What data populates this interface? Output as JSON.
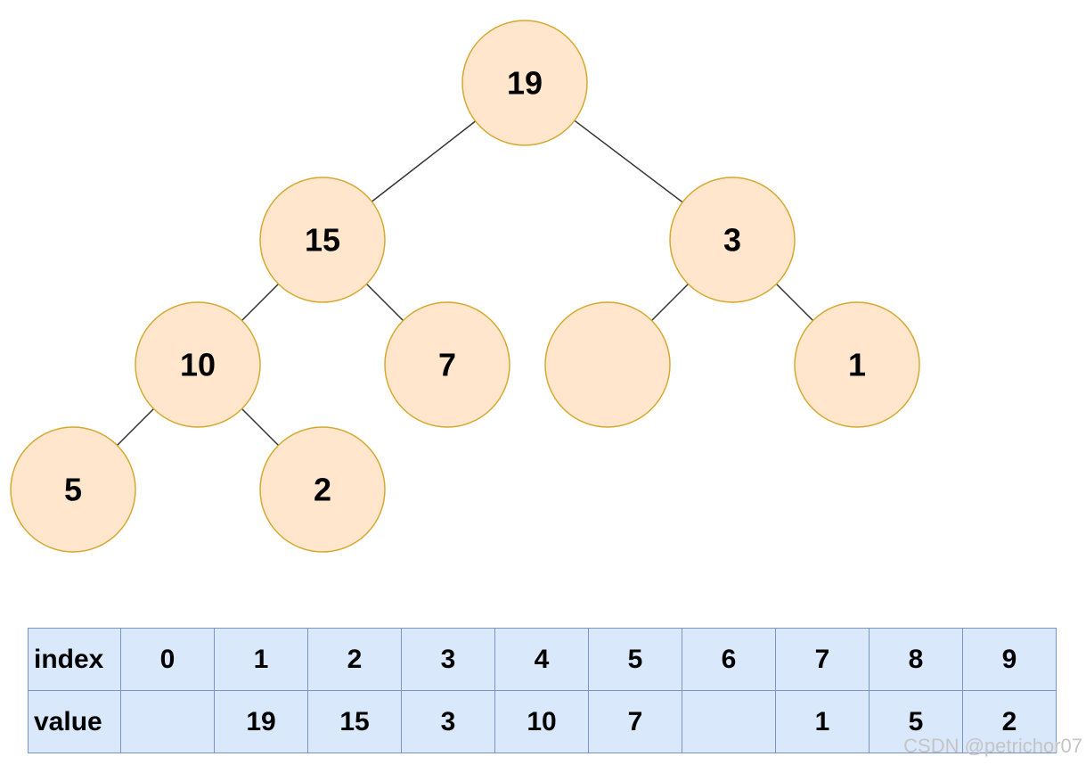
{
  "tree": {
    "nodes": [
      {
        "id": "n19",
        "label": "19"
      },
      {
        "id": "n15",
        "label": "15"
      },
      {
        "id": "n3",
        "label": "3"
      },
      {
        "id": "n10",
        "label": "10"
      },
      {
        "id": "n7",
        "label": "7"
      },
      {
        "id": "empty",
        "label": ""
      },
      {
        "id": "n1",
        "label": "1"
      },
      {
        "id": "n5",
        "label": "5"
      },
      {
        "id": "n2",
        "label": "2"
      }
    ],
    "edges": [
      [
        "n19",
        "n15"
      ],
      [
        "n19",
        "n3"
      ],
      [
        "n15",
        "n10"
      ],
      [
        "n15",
        "n7"
      ],
      [
        "n3",
        "empty"
      ],
      [
        "n3",
        "n1"
      ],
      [
        "n10",
        "n5"
      ],
      [
        "n10",
        "n2"
      ]
    ]
  },
  "table": {
    "index_header": "index",
    "value_header": "value",
    "indices": [
      "0",
      "1",
      "2",
      "3",
      "4",
      "5",
      "6",
      "7",
      "8",
      "9"
    ],
    "values": [
      "",
      "19",
      "15",
      "3",
      "10",
      "7",
      "",
      "1",
      "5",
      "2"
    ]
  },
  "watermark": "CSDN @petrichor07",
  "colors": {
    "node_fill": "#ffe6cc",
    "node_stroke": "#d6a82f",
    "cell_fill": "#dae8fc",
    "cell_border": "#7a93c9"
  }
}
